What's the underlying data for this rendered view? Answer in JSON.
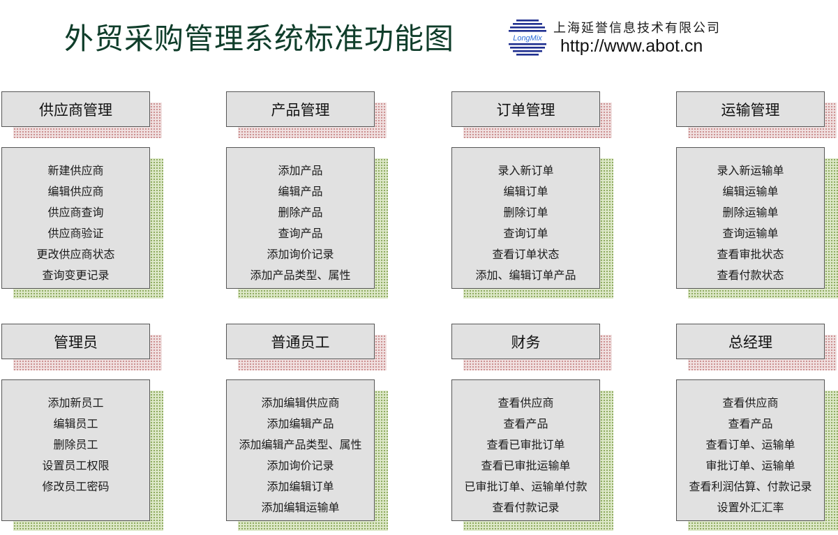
{
  "title": "外贸采购管理系统标准功能图",
  "company": {
    "name": "上海延誉信息技术有限公司",
    "url": "http://www.abot.cn",
    "logo_text": "LongMix"
  },
  "colors": {
    "title": "#0f3d2a",
    "box_fill": "#e1e1e1",
    "header_shadow": "#c88888",
    "body_shadow": "#86a454"
  },
  "modules": [
    {
      "name": "供应商管理",
      "items": [
        "新建供应商",
        "编辑供应商",
        "供应商查询",
        "供应商验证",
        "更改供应商状态",
        "查询变更记录"
      ]
    },
    {
      "name": "产品管理",
      "items": [
        "添加产品",
        "编辑产品",
        "删除产品",
        "查询产品",
        "添加询价记录",
        "添加产品类型、属性"
      ]
    },
    {
      "name": "订单管理",
      "items": [
        "录入新订单",
        "编辑订单",
        "删除订单",
        "查询订单",
        "查看订单状态",
        "添加、编辑订单产品"
      ]
    },
    {
      "name": "运输管理",
      "items": [
        "录入新运输单",
        "编辑运输单",
        "删除运输单",
        "查询运输单",
        "查看审批状态",
        "查看付款状态"
      ]
    },
    {
      "name": "管理员",
      "items": [
        "添加新员工",
        "编辑员工",
        "删除员工",
        "设置员工权限",
        "修改员工密码"
      ]
    },
    {
      "name": "普通员工",
      "items": [
        "添加编辑供应商",
        "添加编辑产品",
        "添加编辑产品类型、属性",
        "添加询价记录",
        "添加编辑订单",
        "添加编辑运输单"
      ]
    },
    {
      "name": "财务",
      "items": [
        "查看供应商",
        "查看产品",
        "查看已审批订单",
        "查看已审批运输单",
        "已审批订单、运输单付款",
        "查看付款记录"
      ]
    },
    {
      "name": "总经理",
      "items": [
        "查看供应商",
        "查看产品",
        "查看订单、运输单",
        "审批订单、运输单",
        "查看利润估算、付款记录",
        "设置外汇汇率"
      ]
    }
  ]
}
